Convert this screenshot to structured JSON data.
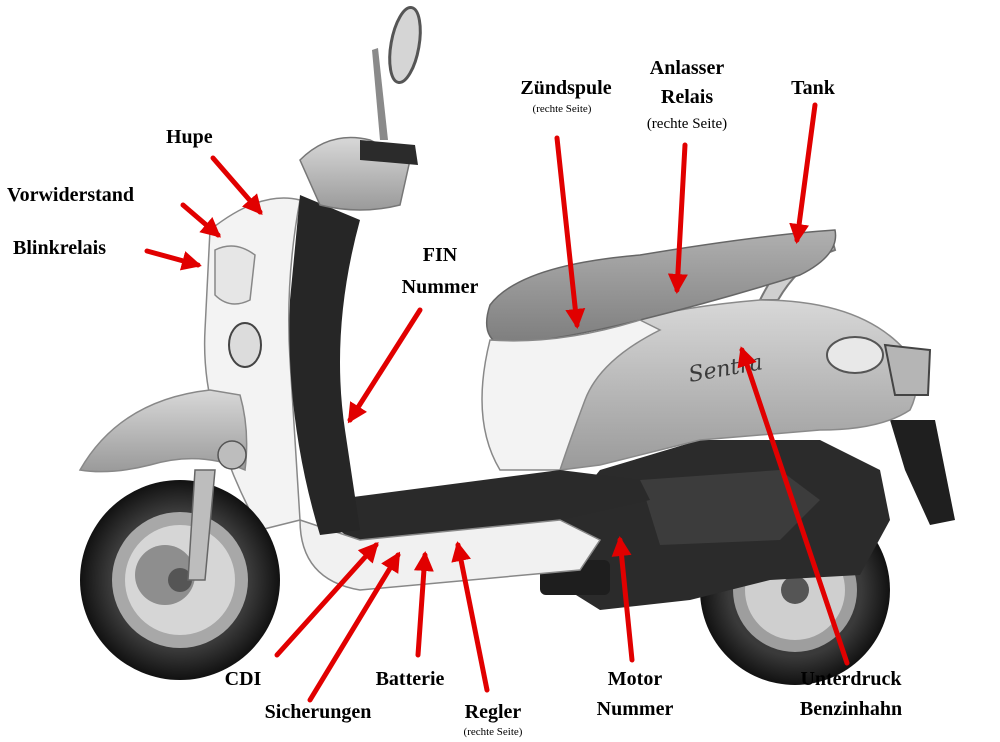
{
  "labels": {
    "hupe": "Hupe",
    "vorwiderstand": "Vorwiderstand",
    "blinkrelais": "Blinkrelais",
    "fin_line1": "FIN",
    "fin_line2": "Nummer",
    "zuendspule": "Zündspule",
    "zuendspule_side": "(rechte Seite)",
    "anlasser_line1": "Anlasser",
    "anlasser_line2": "Relais",
    "anlasser_side": "(rechte Seite)",
    "tank": "Tank",
    "cdi": "CDI",
    "sicherungen": "Sicherungen",
    "batterie": "Batterie",
    "regler": "Regler",
    "regler_side": "(rechte Seite)",
    "motor_line1": "Motor",
    "motor_line2": "Nummer",
    "unterdruck_line1": "Unterdruck",
    "unterdruck_line2": "Benzinhahn",
    "badge": "Sentra"
  },
  "colors": {
    "arrow": "#e10000",
    "body_light": "#efefef",
    "body_mid": "#bdbdbd",
    "body_dark": "#2a2a2a"
  }
}
